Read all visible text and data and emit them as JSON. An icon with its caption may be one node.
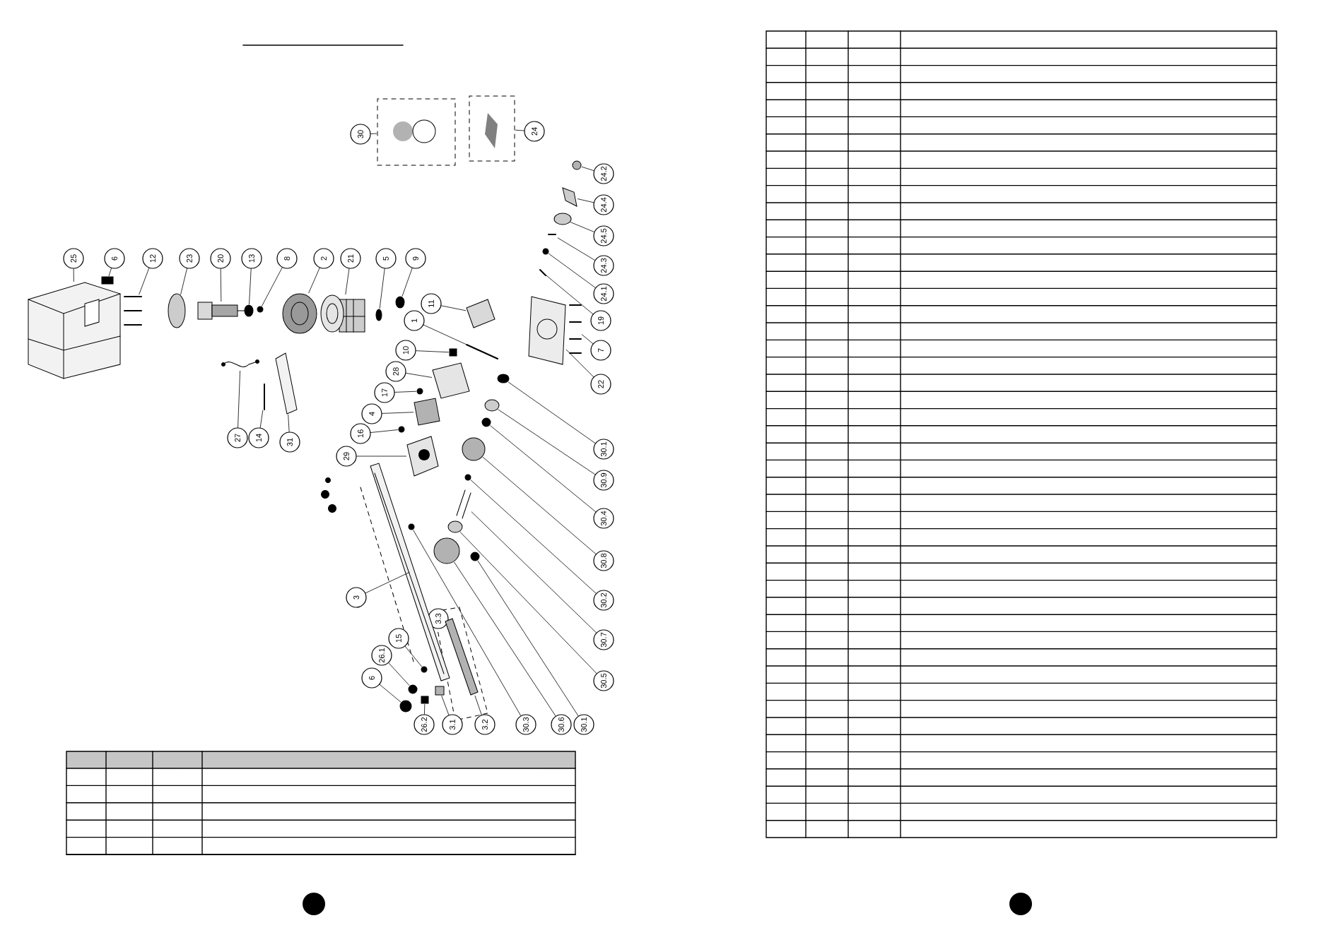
{
  "diagram": {
    "nodes": [
      {
        "text": [
          "30"
        ]
      },
      {
        "text": [
          "24"
        ]
      },
      {
        "text": [
          "24.2"
        ]
      },
      {
        "text": [
          "24.4"
        ]
      },
      {
        "text": [
          "24.5"
        ]
      },
      {
        "text": [
          "25"
        ]
      },
      {
        "text": [
          "6"
        ]
      },
      {
        "text": [
          "12"
        ]
      },
      {
        "text": [
          "23"
        ]
      },
      {
        "text": [
          "20"
        ]
      },
      {
        "text": [
          "13"
        ]
      },
      {
        "text": [
          "8"
        ]
      },
      {
        "text": [
          "2"
        ]
      },
      {
        "text": [
          "21"
        ]
      },
      {
        "text": [
          "5"
        ]
      },
      {
        "text": [
          "9"
        ]
      },
      {
        "text": [
          "24.3"
        ]
      },
      {
        "text": [
          "24.1"
        ]
      },
      {
        "text": [
          "11"
        ]
      },
      {
        "text": [
          "19"
        ]
      },
      {
        "text": [
          "1"
        ]
      },
      {
        "text": [
          "7"
        ]
      },
      {
        "text": [
          "10"
        ]
      },
      {
        "text": [
          "28"
        ]
      },
      {
        "text": [
          "22"
        ]
      },
      {
        "text": [
          "17"
        ]
      },
      {
        "text": [
          "4"
        ]
      },
      {
        "text": [
          "16"
        ]
      },
      {
        "text": [
          "27"
        ]
      },
      {
        "text": [
          "14"
        ]
      },
      {
        "text": [
          "31"
        ]
      },
      {
        "text": [
          "30.1"
        ]
      },
      {
        "text": [
          "29"
        ]
      },
      {
        "text": [
          "30.9"
        ]
      },
      {
        "text": [
          "30.4"
        ]
      },
      {
        "text": [
          "30.8"
        ]
      },
      {
        "text": [
          "3"
        ]
      },
      {
        "text": [
          "30.2"
        ]
      },
      {
        "text": [
          "3.3"
        ]
      },
      {
        "text": [
          "30.7"
        ]
      },
      {
        "text": [
          "15"
        ]
      },
      {
        "text": [
          "6"
        ]
      },
      {
        "text": [
          "26.1"
        ]
      },
      {
        "text": [
          "30.5"
        ]
      },
      {
        "text": [
          "26.2"
        ]
      },
      {
        "text": [
          "3.1"
        ]
      },
      {
        "text": [
          "3.2"
        ]
      },
      {
        "text": [
          "30.3"
        ]
      },
      {
        "text": [
          "30.6"
        ]
      },
      {
        "text": [
          "30.1"
        ]
      },
      {
        "text": [],
        "shape": "box"
      },
      {
        "text": [],
        "shape": "box"
      },
      {
        "text": [],
        "shape": "circle"
      },
      {
        "text": [],
        "shape": "picture"
      },
      {
        "text": [],
        "shape": "circle"
      },
      {
        "text": [],
        "shape": "picture"
      },
      {
        "text": [],
        "shape": "box"
      },
      {
        "text": [],
        "shape": "picture"
      },
      {
        "text": [],
        "shape": "circle"
      },
      {
        "text": [],
        "shape": "picture"
      },
      {
        "text": [],
        "shape": "circle"
      },
      {
        "text": [],
        "shape": "circle"
      },
      {
        "text": [],
        "shape": "picture"
      },
      {
        "text": [],
        "shape": "picture"
      },
      {
        "text": [],
        "shape": "circle"
      },
      {
        "text": [],
        "shape": "circle"
      },
      {
        "text": [],
        "shape": "picture"
      },
      {
        "text": [],
        "shape": "circle"
      },
      {
        "text": [],
        "shape": "picture"
      },
      {
        "text": [],
        "shape": "picture"
      },
      {
        "text": [],
        "shape": "picture"
      },
      {
        "text": [],
        "shape": "picture"
      },
      {
        "text": [],
        "shape": "box"
      },
      {
        "text": [],
        "shape": "picture"
      },
      {
        "text": [],
        "shape": "picture"
      },
      {
        "text": [],
        "shape": "circle"
      },
      {
        "text": [],
        "shape": "picture"
      },
      {
        "text": [],
        "shape": "circle"
      },
      {
        "text": [],
        "shape": "picture"
      },
      {
        "text": [],
        "shape": "picture"
      },
      {
        "text": [],
        "shape": "picture"
      },
      {
        "text": [],
        "shape": "circle"
      },
      {
        "text": [],
        "shape": "picture"
      },
      {
        "text": [],
        "shape": "circle"
      },
      {
        "text": [],
        "shape": "circle"
      },
      {
        "text": [],
        "shape": "circle"
      },
      {
        "text": [],
        "shape": "picture"
      },
      {
        "text": [],
        "shape": "circle"
      },
      {
        "text": [],
        "shape": "picture"
      },
      {
        "text": [],
        "shape": "circle"
      },
      {
        "text": [],
        "shape": "circle"
      },
      {
        "text": [],
        "shape": "circle"
      },
      {
        "text": [],
        "shape": "circle"
      },
      {
        "text": [],
        "shape": "box"
      },
      {
        "text": [],
        "shape": "box"
      },
      {
        "text": [],
        "shape": "picture"
      },
      {
        "text": [],
        "shape": "circle"
      },
      {
        "text": [],
        "shape": "circle"
      },
      {
        "text": [],
        "shape": "circle"
      }
    ],
    "edges": [
      {
        "from": 0,
        "to": 50,
        "arrow": "none"
      },
      {
        "from": 1,
        "to": 51,
        "arrow": "none"
      },
      {
        "from": 2,
        "to": 52,
        "arrow": "none"
      },
      {
        "from": 3,
        "to": 53,
        "arrow": "none"
      },
      {
        "from": 4,
        "to": 54,
        "arrow": "none"
      },
      {
        "from": 5,
        "to": 55,
        "arrow": "none"
      },
      {
        "from": 6,
        "to": 56,
        "arrow": "none"
      },
      {
        "from": 7,
        "to": 57,
        "arrow": "none"
      },
      {
        "from": 8,
        "to": 58,
        "arrow": "none"
      },
      {
        "from": 9,
        "to": 59,
        "arrow": "none"
      },
      {
        "from": 10,
        "to": 60,
        "arrow": "none"
      },
      {
        "from": 11,
        "to": 61,
        "arrow": "none"
      },
      {
        "from": 12,
        "to": 62,
        "arrow": "none"
      },
      {
        "from": 13,
        "to": 63,
        "arrow": "none"
      },
      {
        "from": 14,
        "to": 64,
        "arrow": "none"
      },
      {
        "from": 15,
        "to": 65,
        "arrow": "none"
      },
      {
        "from": 16,
        "to": 66,
        "arrow": "none"
      },
      {
        "from": 17,
        "to": 67,
        "arrow": "none"
      },
      {
        "from": 18,
        "to": 68,
        "arrow": "none"
      },
      {
        "from": 19,
        "to": 69,
        "arrow": "none"
      },
      {
        "from": 20,
        "to": 70,
        "arrow": "none"
      },
      {
        "from": 21,
        "to": 71,
        "arrow": "none"
      },
      {
        "from": 22,
        "to": 72,
        "arrow": "none"
      },
      {
        "from": 23,
        "to": 73,
        "arrow": "none"
      },
      {
        "from": 24,
        "to": 74,
        "arrow": "none"
      },
      {
        "from": 25,
        "to": 75,
        "arrow": "none"
      },
      {
        "from": 26,
        "to": 76,
        "arrow": "none"
      },
      {
        "from": 27,
        "to": 77,
        "arrow": "none"
      },
      {
        "from": 28,
        "to": 78,
        "arrow": "none"
      },
      {
        "from": 29,
        "to": 79,
        "arrow": "none"
      },
      {
        "from": 30,
        "to": 80,
        "arrow": "none"
      },
      {
        "from": 31,
        "to": 81,
        "arrow": "none"
      },
      {
        "from": 32,
        "to": 82,
        "arrow": "none"
      },
      {
        "from": 33,
        "to": 83,
        "arrow": "none"
      },
      {
        "from": 34,
        "to": 84,
        "arrow": "none"
      },
      {
        "from": 35,
        "to": 85,
        "arrow": "none"
      },
      {
        "from": 36,
        "to": 86,
        "arrow": "none"
      },
      {
        "from": 37,
        "to": 87,
        "arrow": "none"
      },
      {
        "from": 39,
        "to": 88,
        "arrow": "none"
      },
      {
        "from": 40,
        "to": 89,
        "arrow": "none"
      },
      {
        "from": 41,
        "to": 90,
        "arrow": "none"
      },
      {
        "from": 42,
        "to": 91,
        "arrow": "none"
      },
      {
        "from": 43,
        "to": 92,
        "arrow": "none"
      },
      {
        "from": 44,
        "to": 93,
        "arrow": "none"
      },
      {
        "from": 45,
        "to": 94,
        "arrow": "none"
      },
      {
        "from": 46,
        "to": 95,
        "arrow": "none"
      },
      {
        "from": 47,
        "to": 96,
        "arrow": "none"
      },
      {
        "from": 48,
        "to": 97,
        "arrow": "none"
      },
      {
        "from": 49,
        "to": 98,
        "arrow": "none"
      }
    ]
  }
}
